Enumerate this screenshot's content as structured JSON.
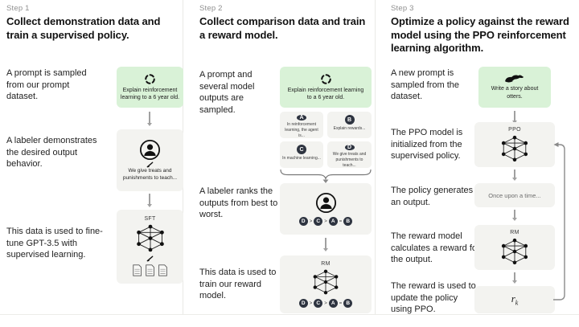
{
  "columns": [
    {
      "step_label": "Step 1",
      "heading": "Collect demonstration data and train a supervised policy.",
      "captions": {
        "prompt": "A prompt is sampled from our prompt dataset.",
        "labeler": "A labeler demonstrates the desired output behavior.",
        "finetune": "This data is used to fine-tune GPT-3.5 with supervised learning."
      },
      "prompt_box_text": "Explain reinforcement learning to a 6 year old.",
      "labeler_box_text": "We give treats and punishments to teach...",
      "sft_label": "SFT"
    },
    {
      "step_label": "Step 2",
      "heading": "Collect comparison data and train a reward model.",
      "captions": {
        "sampled": "A prompt and several model outputs are sampled.",
        "ranks": "A labeler ranks the outputs from best to worst.",
        "train": "This data is used to train our reward model."
      },
      "prompt_box_text": "Explain reinforcement learning to a 6 year old.",
      "outputs": [
        {
          "letter": "A",
          "text": "In reinforcement learning, the agent is..."
        },
        {
          "letter": "B",
          "text": "Explain rewards..."
        },
        {
          "letter": "C",
          "text": "In machine learning..."
        },
        {
          "letter": "D",
          "text": "We give treats and punishments to teach..."
        }
      ],
      "ranking": [
        "D",
        ">",
        "C",
        ">",
        "A",
        "=",
        "B"
      ],
      "rm_label": "RM"
    },
    {
      "step_label": "Step 3",
      "heading": "Optimize a policy against the reward model using the PPO reinforcement learning algorithm.",
      "captions": {
        "prompt": "A new prompt is sampled from the dataset.",
        "ppo": "The PPO model is initialized from the supervised policy.",
        "output": "The policy generates an output.",
        "reward": "The reward model calculates a reward for the output.",
        "update": "The reward is used to update the policy using PPO."
      },
      "prompt_box_text": "Write a story about otters.",
      "ppo_label": "PPO",
      "output_box_text": "Once upon a time...",
      "rm_label": "RM",
      "reward_symbol": "r",
      "reward_symbol_sub": "k"
    }
  ],
  "colors": {
    "prompt_green": "#d9f2d7",
    "node_gray": "#f3f3f0",
    "badge_dark": "#2e3440",
    "step_gray": "#8f8f8f"
  }
}
